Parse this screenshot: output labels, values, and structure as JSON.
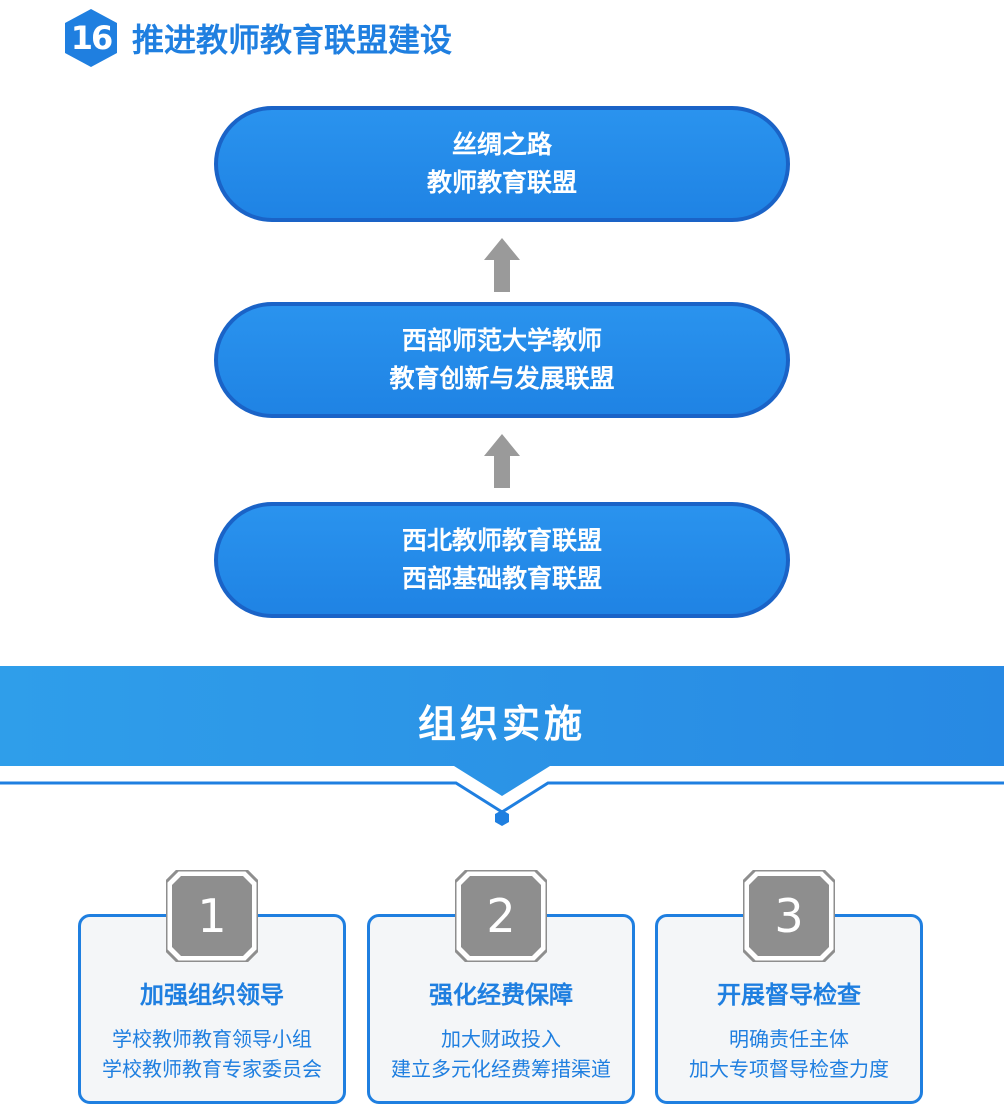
{
  "header": {
    "number": "16",
    "title": "推进教师教育联盟建设"
  },
  "alliances": [
    {
      "line1": "丝绸之路",
      "line2": "教师教育联盟"
    },
    {
      "line1": "西部师范大学教师",
      "line2": "教育创新与发展联盟"
    },
    {
      "line1": "西北教师教育联盟",
      "line2": "西部基础教育联盟"
    }
  ],
  "banner": {
    "title": "组织实施"
  },
  "measures": [
    {
      "number": "1",
      "title": "加强组织领导",
      "line1": "学校教师教育领导小组",
      "line2": "学校教师教育专家委员会"
    },
    {
      "number": "2",
      "title": "强化经费保障",
      "line1": "加大财政投入",
      "line2": "建立多元化经费筹措渠道"
    },
    {
      "number": "3",
      "title": "开展督导检查",
      "line1": "明确责任主体",
      "line2": "加大专项督导检查力度"
    }
  ],
  "colors": {
    "primary": "#1f7fe0",
    "pill_border": "#1a63c7",
    "arrow": "#9a9a9a",
    "card_bg": "#f4f6f8"
  }
}
